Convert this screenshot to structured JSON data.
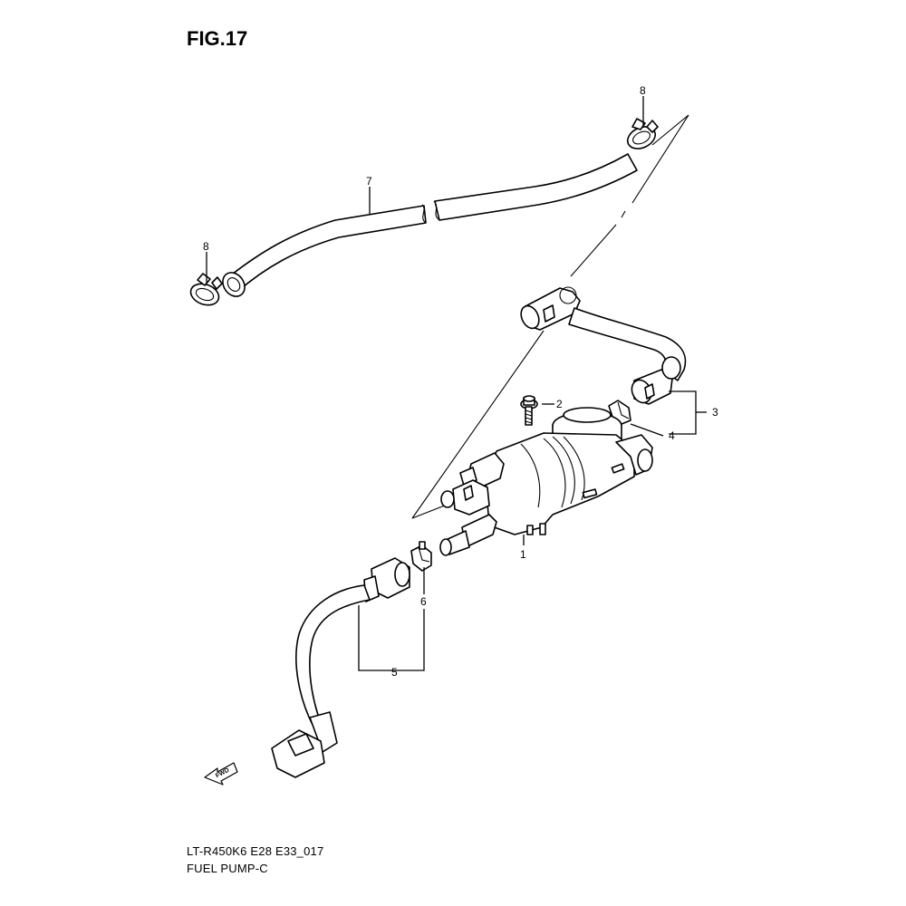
{
  "figure": {
    "title": "FIG.17",
    "code": "LT-R450K6 E28 E33_017",
    "name": "FUEL PUMP-C",
    "fwd_label": "FWD"
  },
  "callouts": {
    "c1": "1",
    "c2": "2",
    "c3": "3",
    "c4": "4",
    "c5": "5",
    "c6": "6",
    "c7": "7",
    "c8a": "8",
    "c8b": "8"
  },
  "colors": {
    "ink": "#000000",
    "paper": "#ffffff"
  },
  "icons": {
    "fwd_arrow": "fwd-arrow-icon"
  }
}
